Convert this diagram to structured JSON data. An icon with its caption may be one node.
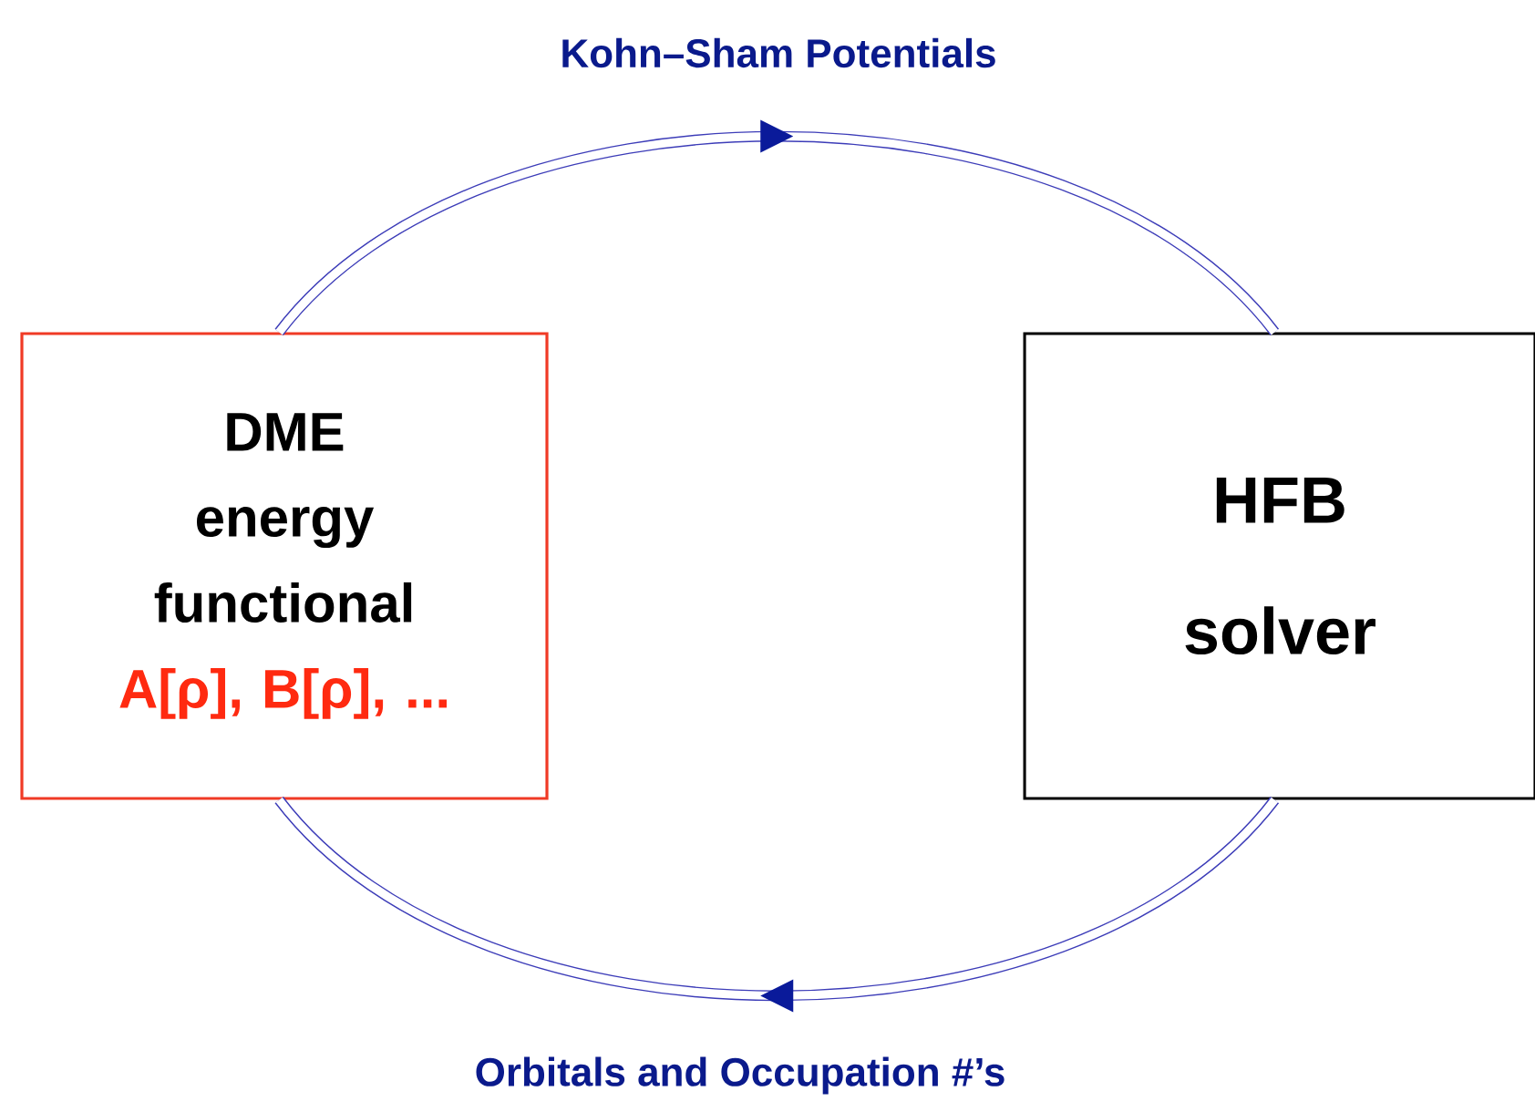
{
  "diagram": {
    "nodes": [
      {
        "text": [
          "DME energy functional",
          "A[ρ], B[ρ], ..."
        ]
      },
      {
        "text": [
          "HFB solver"
        ]
      }
    ],
    "edges": [
      {
        "from": 0,
        "to": 1,
        "arrow": "to",
        "label": "Kohn–Sham Potentials"
      },
      {
        "from": 1,
        "to": 0,
        "arrow": "to",
        "label": "Orbitals and Occupation #’s"
      }
    ]
  }
}
